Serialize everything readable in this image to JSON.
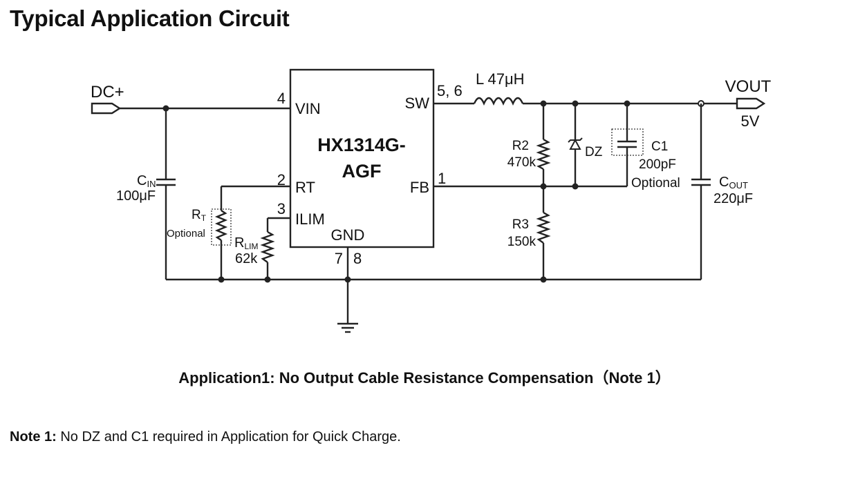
{
  "page": {
    "title": "Typical Application Circuit",
    "caption": "Application1: No Output Cable Resistance Compensation（Note 1）",
    "note_label": "Note 1:",
    "note_text": " No DZ and C1 required in Application for Quick Charge."
  },
  "circuit": {
    "input_label": "DC+",
    "output_label": "VOUT",
    "output_value": "5V",
    "ic": {
      "name_line1": "HX1314G-",
      "name_line2": "AGF",
      "pins": {
        "vin": "VIN",
        "vin_num": "4",
        "sw": "SW",
        "sw_num": "5, 6",
        "rt": "RT",
        "rt_num": "2",
        "ilim": "ILIM",
        "ilim_num": "3",
        "fb": "FB",
        "fb_num": "1",
        "gnd": "GND",
        "gnd_num_a": "7",
        "gnd_num_b": "8"
      }
    },
    "inductor": "L 47μH",
    "cin": {
      "label_main": "C",
      "label_sub": "IN",
      "value": "100μF"
    },
    "rt": {
      "label_main": "R",
      "label_sub": "T",
      "note": "Optional"
    },
    "rlim": {
      "label_main": "R",
      "label_sub": "LIM",
      "value": "62k"
    },
    "r2": {
      "label": "R2",
      "value": "470k"
    },
    "r3": {
      "label": "R3",
      "value": "150k"
    },
    "dz": {
      "label": "DZ"
    },
    "c1": {
      "label": "C1",
      "value": "200pF",
      "note": "Optional"
    },
    "cout": {
      "label_main": "C",
      "label_sub": "OUT",
      "value": "220μF"
    }
  }
}
